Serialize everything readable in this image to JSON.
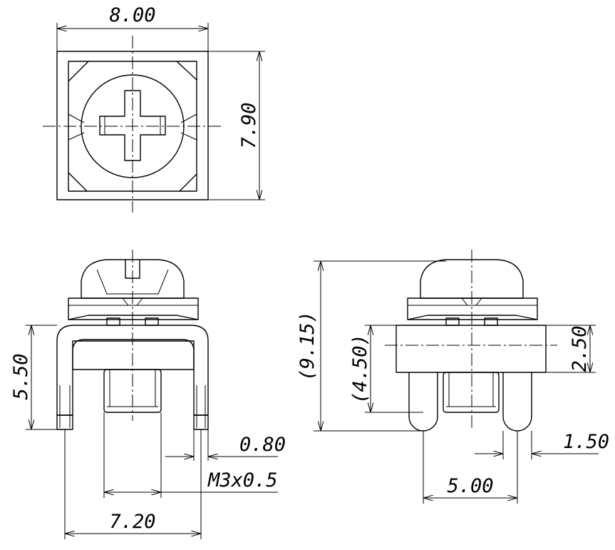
{
  "drawing": {
    "top_view": {
      "width_dim": "8.00",
      "height_dim": "7.90"
    },
    "front_view": {
      "height_dim": "5.50",
      "pin_width_dim": "0.80",
      "thread_dim": "M3x0.5",
      "pin_spacing_dim": "7.20"
    },
    "side_view": {
      "total_height_dim": "(9.15)",
      "body_to_pin_dim": "(4.50)",
      "body_height_dim": "2.50",
      "pin_diameter_dim": "1.50",
      "pin_spacing_dim": "5.00"
    }
  }
}
